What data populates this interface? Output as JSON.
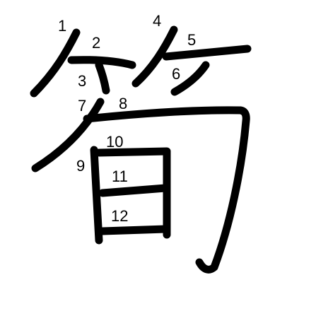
{
  "diagram": {
    "character": "筍",
    "stroke_color": "#000000",
    "background_color": "#ffffff",
    "stroke_numbers": [
      "1",
      "2",
      "3",
      "4",
      "5",
      "6",
      "7",
      "8",
      "9",
      "10",
      "11",
      "12"
    ]
  }
}
